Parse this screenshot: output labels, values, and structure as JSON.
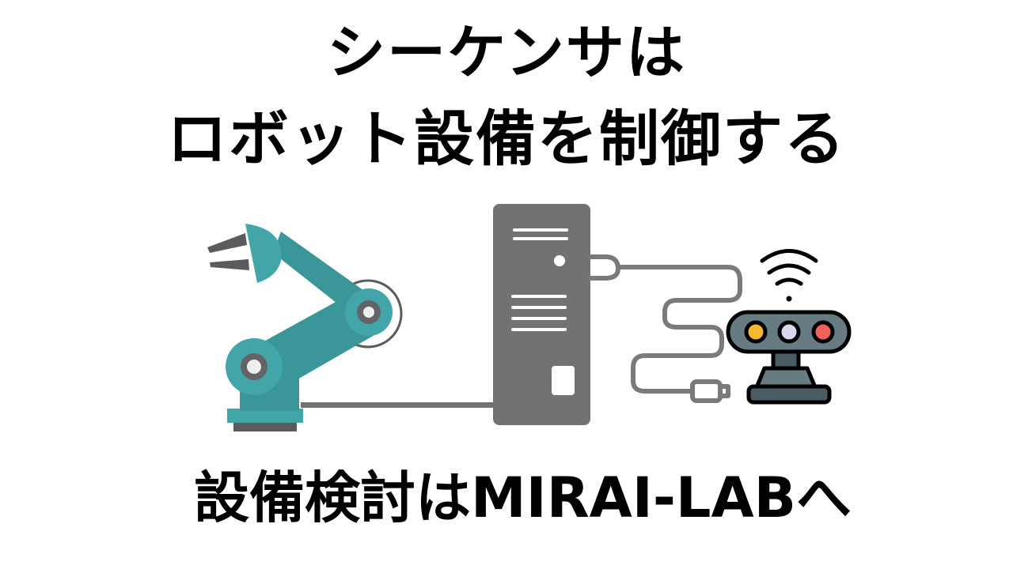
{
  "headline": {
    "line1": "シーケンサは",
    "line2": "ロボット設備を制御する"
  },
  "footer": {
    "cta": "設備検討はMIRAI-LABへ"
  },
  "illustration": {
    "items": [
      "robot-arm",
      "computer-tower",
      "cable",
      "sensor-camera",
      "wifi-signal"
    ],
    "colors": {
      "robot_teal": "#42A5AA",
      "robot_teal_dark": "#3A9699",
      "gripper": "#5B5B5E",
      "computer": "#727272",
      "cable": "#7A7A7A",
      "sensor_body": "#667B82",
      "sensor_base": "#4A5C63",
      "led_yellow": "#F7B731",
      "led_lavender": "#D8D6EC",
      "led_red": "#F0605D"
    }
  }
}
